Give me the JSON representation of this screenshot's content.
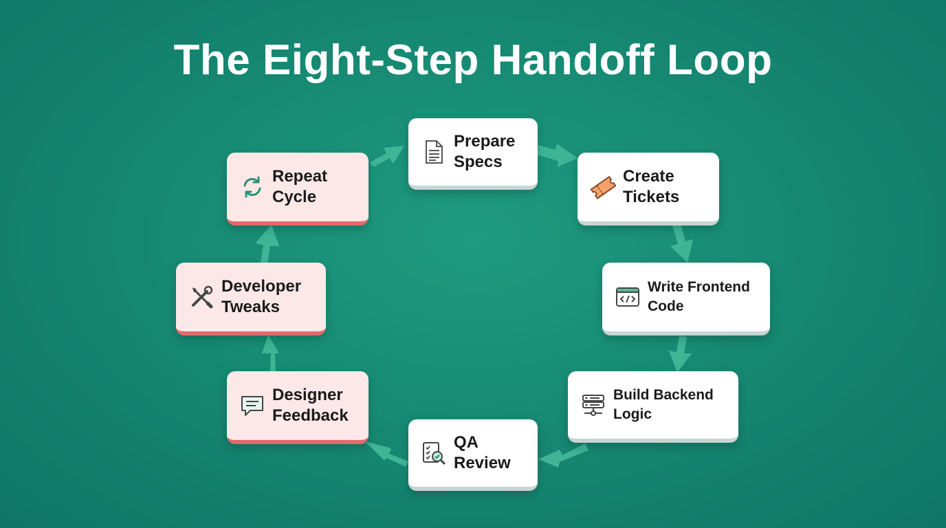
{
  "title": "The Eight-Step Handoff Loop",
  "steps": [
    {
      "line1": "Prepare",
      "line2": "Specs",
      "icon": "document-icon"
    },
    {
      "line1": "Create",
      "line2": "Tickets",
      "icon": "ticket-icon"
    },
    {
      "line1": "Write Frontend",
      "line2": "Code",
      "icon": "code-window-icon"
    },
    {
      "line1": "Build Backend",
      "line2": "Logic",
      "icon": "server-icon"
    },
    {
      "line1": "QA",
      "line2": "Review",
      "icon": "checklist-magnifier-icon"
    },
    {
      "line1": "Designer",
      "line2": "Feedback",
      "icon": "chat-bubble-icon"
    },
    {
      "line1": "Developer",
      "line2": "Tweaks",
      "icon": "tools-icon"
    },
    {
      "line1": "Repeat",
      "line2": "Cycle",
      "icon": "refresh-icon"
    }
  ],
  "colors": {
    "background": "#178a73",
    "card": "#ffffff",
    "card_pink": "#fde8e8",
    "pink_border": "#e06b6b",
    "arrow": "#3fb596"
  }
}
